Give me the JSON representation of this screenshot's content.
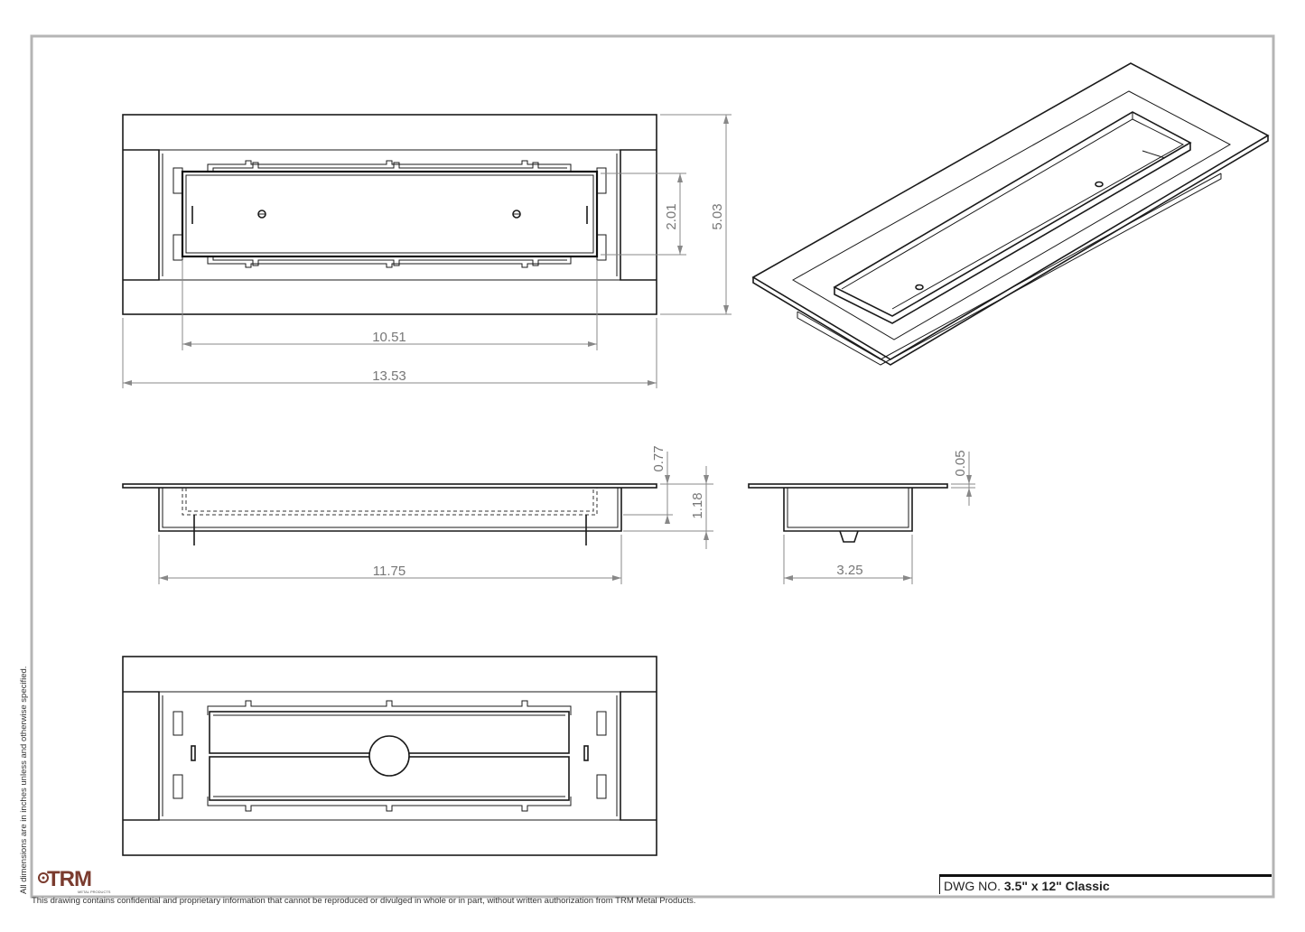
{
  "dimensions": {
    "inner_width": "10.51",
    "overall_width": "13.53",
    "inner_height": "2.01",
    "overall_height": "5.03",
    "lip_depth": "0.77",
    "pan_depth": "1.18",
    "body_length": "11.75",
    "flange_thickness": "0.05",
    "body_width": "3.25"
  },
  "notes": {
    "units_note": "All dimensions are in inches unless and otherwise specified.",
    "confidentiality": "This drawing contains confidential and proprietary information that cannot be reproduced or divulged in whole or in part, without written authorization from TRM Metal Products."
  },
  "title_block": {
    "label": "DWG NO.",
    "value": "3.5\" x 12\" Classic"
  },
  "logo": {
    "text": "TRM",
    "subtext": "METAL PRODUCTS"
  },
  "colors": {
    "line": "#1a1a1a",
    "dimension": "#888888",
    "frame": "#b5b5b5",
    "logo": "#7a3b2e"
  }
}
